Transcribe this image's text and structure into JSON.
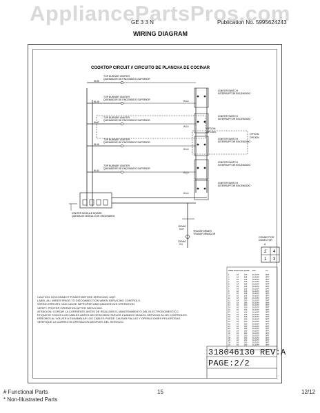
{
  "watermark": "AppliancePartsPros.com",
  "header": {
    "left_label": "GE 3 3 N",
    "right_label": "Publication No. 5995624243",
    "title": "WIRING DIAGRAM"
  },
  "diagram": {
    "heading": "COOKTOP CIRCUIT // CIRCUITO DE PLANCHA DE COCINAR",
    "burners": [
      {
        "label": "TOP BURNER IGNITER",
        "sub": "QUEMADOR DE ENCENDIDO SUPERIOR"
      },
      {
        "label": "TOP BURNER IGNITER",
        "sub": "QUEMADOR DE ENCENDIDO SUPERIOR"
      },
      {
        "label": "TOP BURNER IGNITER",
        "sub": "QUEMADOR DE ENCENDIDO SUPERIOR"
      },
      {
        "label": "TOP BURNER IGNITER",
        "sub": "QUEMADOR DE ENCENDIDO SUPERIOR"
      },
      {
        "label": "TOP BURNER IGNITER",
        "sub": "QUEMADOR DE ENCENDIDO SUPERIOR"
      }
    ],
    "switches": [
      {
        "label": "IGNITER SWITCH",
        "sub": "INTERRUPTOR ENCENDIDO"
      },
      {
        "label": "IGNITER SWITCH",
        "sub": "INTERRUPTOR ENCENDIDO"
      },
      {
        "label": "IGNITER SWITCH",
        "sub": "INTERRUPTOR ENCENDIDO"
      },
      {
        "label": "IGNITER SWITCH",
        "sub": "INTERRUPTOR ENCENDIDO"
      },
      {
        "label": "IGNITER SWITCH",
        "sub": "INTERRUPTOR ENCENDIDO"
      }
    ],
    "option_left": [
      "OPTION",
      "OPCION"
    ],
    "option_right": [
      "OPTION",
      "OPCION"
    ],
    "module": {
      "label": "IGNITER MODULE BOARD",
      "sub": "QUEMA DE MODULO DE ENCENDIDO"
    },
    "transformer": {
      "label": "TRANSFORMER",
      "sub": "TRANSFORMADOR"
    },
    "supply": [
      "120VAC",
      "HOT",
      "120VAC",
      "CN"
    ],
    "connector": {
      "label": "CONNECTOR",
      "sub": "CONECTOR",
      "pins": [
        "2",
        "4",
        "1",
        "3"
      ],
      "letter": "A"
    },
    "wire_tags": [
      "W-85",
      "W-45",
      "W-47",
      "W-46",
      "W-40",
      "W-14",
      "W-14",
      "W-14",
      "W-14",
      "W-14",
      "W-14",
      "W-14",
      "W-14"
    ],
    "table_headers": [
      "WIRE NO.",
      "GAUGE",
      "TEMP",
      "DIA",
      "CL"
    ],
    "table_rows": [
      [
        "1",
        "18",
        "105",
        "DL-1057",
        "3PIT"
      ],
      [
        "2",
        "18",
        "105",
        "DL-1057",
        "3PIT"
      ],
      [
        "3",
        "18",
        "105",
        "DL-1057",
        "3PIT"
      ],
      [
        "4",
        "18",
        "105",
        "DL-1057",
        "3PIT"
      ],
      [
        "5",
        "18",
        "105",
        "DL-1057",
        "3PIT"
      ],
      [
        "6",
        "18",
        "105",
        "DL-1057",
        "3PIT"
      ],
      [
        "7",
        "18",
        "105",
        "DL-1057",
        "3PIT"
      ],
      [
        "8",
        "18",
        "105",
        "DL-1057",
        "3PIT"
      ],
      [
        "9",
        "18",
        "105",
        "DL-1057",
        "3PIT"
      ],
      [
        "10",
        "18",
        "105",
        "DL-1057",
        "3PIT"
      ],
      [
        "11",
        "18",
        "200",
        "DL-1057",
        "3PIT"
      ],
      [
        "12",
        "18",
        "200",
        "DL-1057",
        "3PIT"
      ],
      [
        "13",
        "18",
        "200",
        "DL-1057",
        "3PIT"
      ],
      [
        "14",
        "18",
        "200",
        "DL-1057",
        "3PIT"
      ],
      [
        "15",
        "18",
        "150",
        "DL-1057",
        "3PIT"
      ],
      [
        "16",
        "18",
        "150",
        "DL-1057",
        "3PIT"
      ],
      [
        "17",
        "18",
        "105",
        "DL-1057",
        "3PIT"
      ],
      [
        "18",
        "18",
        "105",
        "DL-1057",
        "3PIT"
      ],
      [
        "19",
        "18",
        "105",
        "DL-1057",
        "3PIT"
      ],
      [
        "20",
        "18",
        "150",
        "DL-1057",
        "3PIT"
      ],
      [
        "21",
        "18",
        "150",
        "DL-1057",
        "3PIT"
      ],
      [
        "22",
        "18",
        "150",
        "DL-1057",
        "3PIT"
      ],
      [
        "23",
        "18",
        "200",
        "DL-1057",
        "3PIT"
      ],
      [
        "24",
        "18",
        "200",
        "DL-1057",
        "3PIT"
      ],
      [
        "25",
        "18",
        "200",
        "DL-1057",
        "3PIT"
      ],
      [
        "26",
        "18",
        "200",
        "DL-1057",
        "3PIT"
      ],
      [
        "27",
        "18",
        "200",
        "DL-1057",
        "3PIT"
      ],
      [
        "28",
        "18",
        "200",
        "DL-1057",
        "3PIT"
      ],
      [
        "29",
        "18",
        "200",
        "DL-1057",
        "3PIT"
      ],
      [
        "30",
        "18",
        "200",
        "DL-1057",
        "3PIT"
      ],
      [
        "31",
        "18",
        "200",
        "DL-1057",
        "3PIT"
      ]
    ],
    "caution": [
      "CAUTION: DISCONNECT POWER BEFORE SERVICING UNIT.",
      "LABEL ALL WIRES PRIOR TO DISCONNECTION WHEN SERVICING CONTROLS.",
      "WIRING ERRORS CAN CAUSE IMPROPER AND DANGEROUS OPERATION.",
      "VERIFY PROPER OPERATION AFTER SERVICING.",
      "ATENCION: CORTAR LA CORRIENTE ANTES DE REALIZAR EL MANTENIMIENTO DEL ELECTRODOMESTICO.",
      "ETIQUETE TODOS LOS CABLES ANTES DE DESCONECTARLOS CUANDO HAGA EL SERVICIO A LOS CONTROLES.",
      "ERRORES AL VOLVER A ENSAMBLAR LOS CABLES PUEDE CAUSAR FALLAS Y OPERACIONES PELIGROSAS.",
      "VERIFIQUE LA CORRECTA OPERACION DESPUES DEL SERVICIO."
    ],
    "doc_number": "318046130 REV:A",
    "page": "PAGE:2/2"
  },
  "footer": {
    "left_line1": "# Functional Parts",
    "left_line2": "* Non-Illustrated Parts",
    "page_number": "15",
    "date": "12/12"
  }
}
